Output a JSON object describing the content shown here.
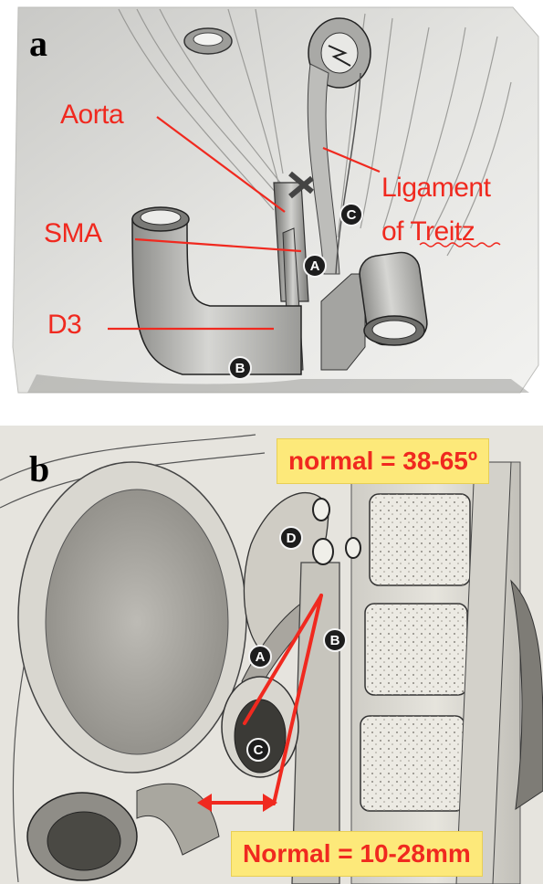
{
  "panel_a": {
    "letter": "a",
    "labels": {
      "aorta": "Aorta",
      "ligament_line1": "Ligament",
      "ligament_line2": "of Treitz",
      "sma": "SMA",
      "d3": "D3"
    },
    "markers": {
      "a": "A",
      "b": "B",
      "c": "C"
    }
  },
  "panel_b": {
    "letter": "b",
    "angle_note": "normal = 38-65º",
    "distance_note": "Normal = 10-28mm",
    "markers": {
      "a": "A",
      "b": "B",
      "c": "C",
      "d": "D"
    }
  },
  "colors": {
    "annotation_red": "#f0291f",
    "note_box_yellow": "#fde97a",
    "marker_dark": "#1d1d1d"
  }
}
